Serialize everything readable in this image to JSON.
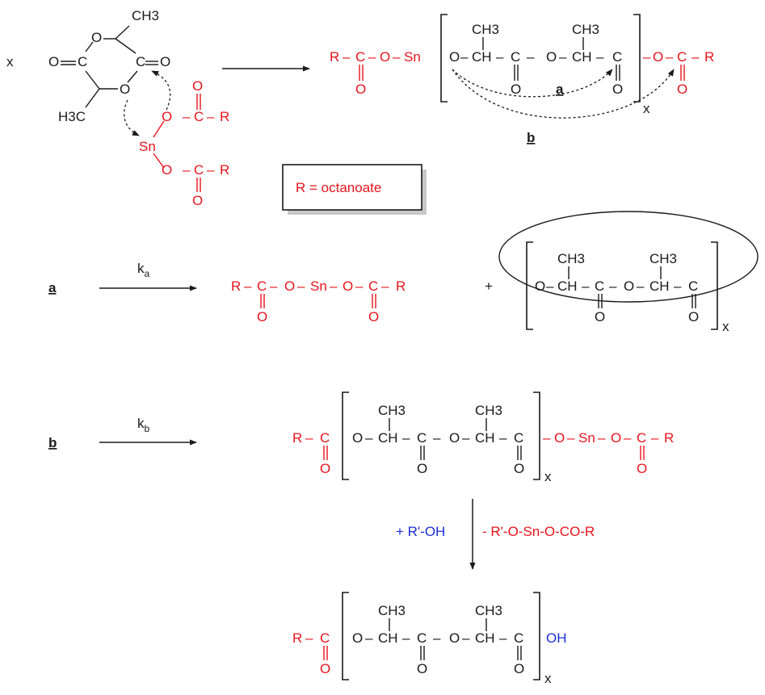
{
  "legend": {
    "r_definition": "R = octanoate"
  },
  "reagents": {
    "add": "+ R'-OH",
    "remove": "- R'-O-Sn-O-CO-R"
  },
  "pathways": {
    "a": "a",
    "b": "b"
  },
  "rate_constants": {
    "a_k": "k",
    "a_sub": "a",
    "b_k": "k",
    "b_sub": "b"
  },
  "atoms": {
    "C": "C",
    "O": "O",
    "R": "R",
    "Sn": "Sn",
    "CH": "CH",
    "CH3": "CH3",
    "H3C": "H3C",
    "OH": "OH",
    "x": "x",
    "plus": "+",
    "dash": "–",
    "minus": "-"
  },
  "colors": {
    "tin_catalyst": "#e8141c",
    "hydroxyl": "#1a2fd6",
    "polymer": "#1a1a1a"
  }
}
